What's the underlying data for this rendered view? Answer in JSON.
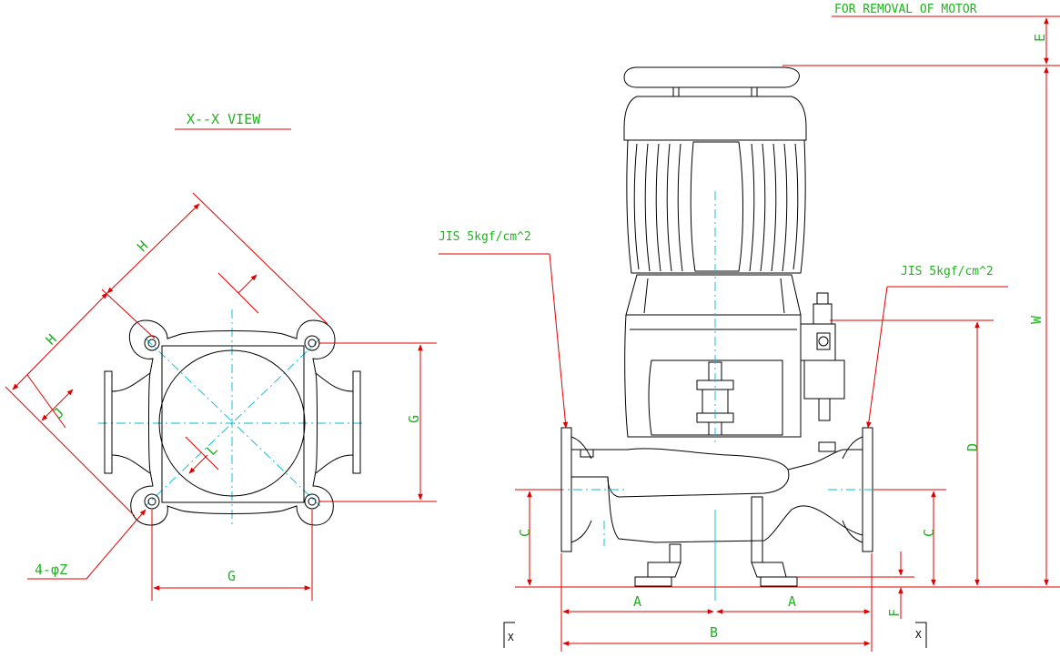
{
  "view_title": "X--X   VIEW",
  "motor_note": "FOR REMOVAL OF MOTOR",
  "flange_left": "JIS 5kgf/cm^2",
  "flange_right": "JIS 5kgf/cm^2",
  "bolt_note": "4-φZ",
  "dims": {
    "H": "H",
    "J": "J",
    "L": "L",
    "G": "G",
    "A": "A",
    "B": "B",
    "C": "C",
    "D": "D",
    "E": "E",
    "F": "F",
    "W": "W"
  },
  "section_mark": "X"
}
